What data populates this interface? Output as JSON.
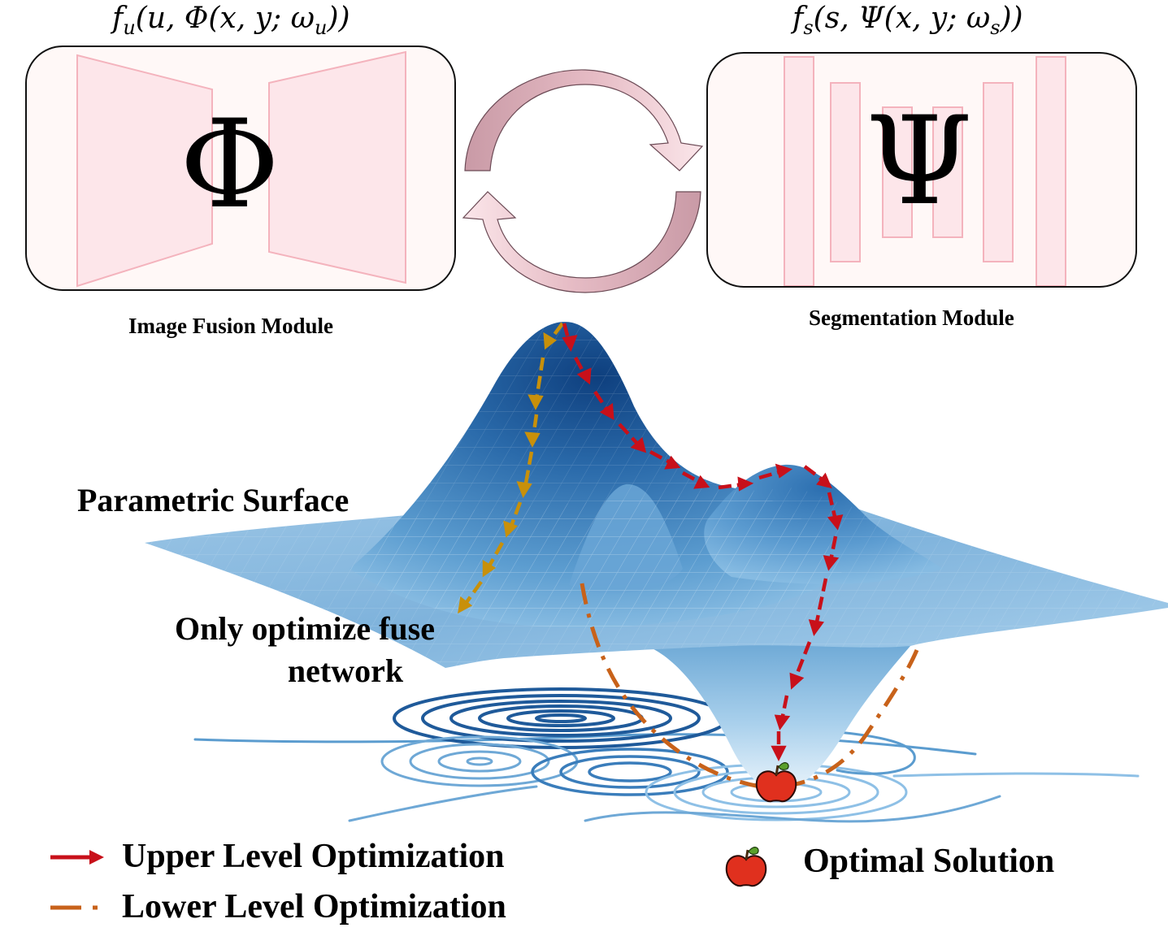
{
  "fusion": {
    "formula": "f_u(u, Φ(x, y; ω_u))",
    "symbol": "Φ",
    "caption": "Image Fusion Module"
  },
  "segmentation": {
    "formula": "f_s(s, Ψ(x, y; ω_s))",
    "symbol": "Ψ",
    "caption": "Segmentation Module"
  },
  "surface": {
    "label": "Parametric Surface",
    "fuse_label_line1": "Only optimize fuse",
    "fuse_label_line2": "network"
  },
  "legend": {
    "upper": "Upper Level Optimization",
    "lower": "Lower Level Optimization",
    "optimal": "Optimal Solution"
  },
  "colors": {
    "upper_arrow": "#c8101a",
    "lower_curve": "#c8621a",
    "fuse_arrow": "#c8900a",
    "module_fill": "#fde6ea",
    "surface_dark": "#0e3f7e",
    "surface_light": "#bcdaf0"
  }
}
